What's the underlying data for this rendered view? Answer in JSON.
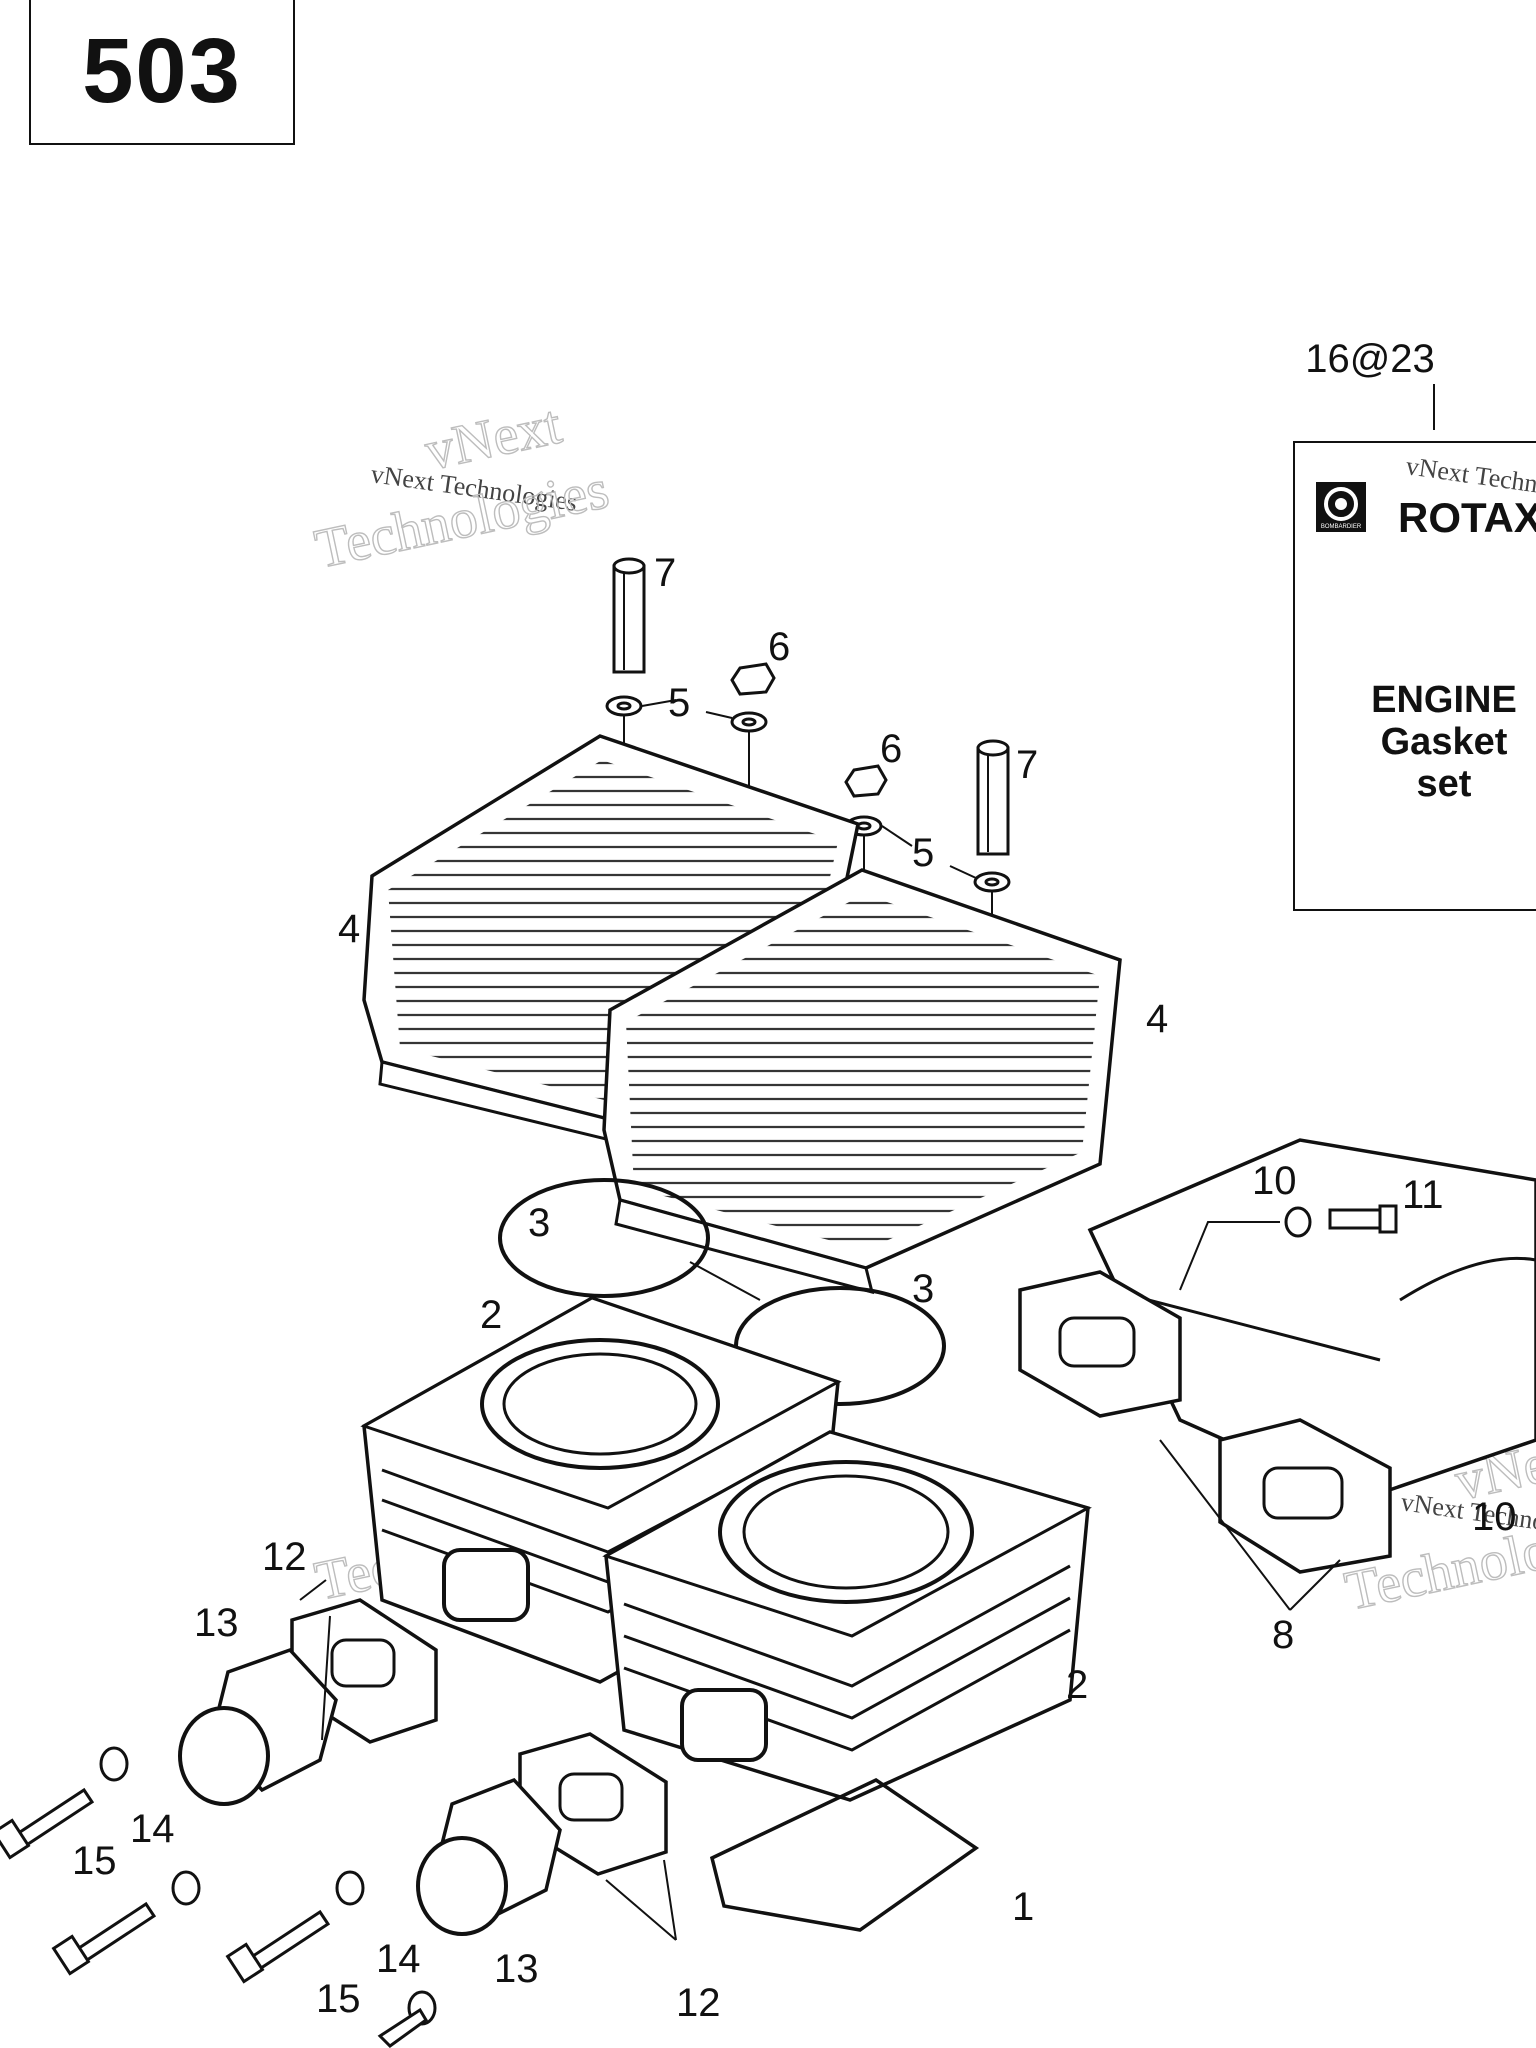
{
  "model_number": "503",
  "watermark": {
    "line1": "vNext",
    "line2": "Technologies",
    "small": "vNext Technologies"
  },
  "kit": {
    "ref": "16@23",
    "brand_small": "BOMBARDIER",
    "brand": "ROTAX",
    "line1": "ENGINE",
    "line2": "Gasket",
    "line3": "set"
  },
  "callouts": {
    "c1": "1",
    "c2a": "2",
    "c2b": "2",
    "c3a": "3",
    "c3b": "3",
    "c4a": "4",
    "c4b": "4",
    "c5a": "5",
    "c5b": "5",
    "c6a": "6",
    "c6b": "6",
    "c7a": "7",
    "c7b": "7",
    "c8": "8",
    "c10a": "10",
    "c10b": "10",
    "c11": "11",
    "c12a": "12",
    "c12b": "12",
    "c13a": "13",
    "c13b": "13",
    "c14a": "14",
    "c14b": "14",
    "c15a": "15",
    "c15b": "15"
  }
}
